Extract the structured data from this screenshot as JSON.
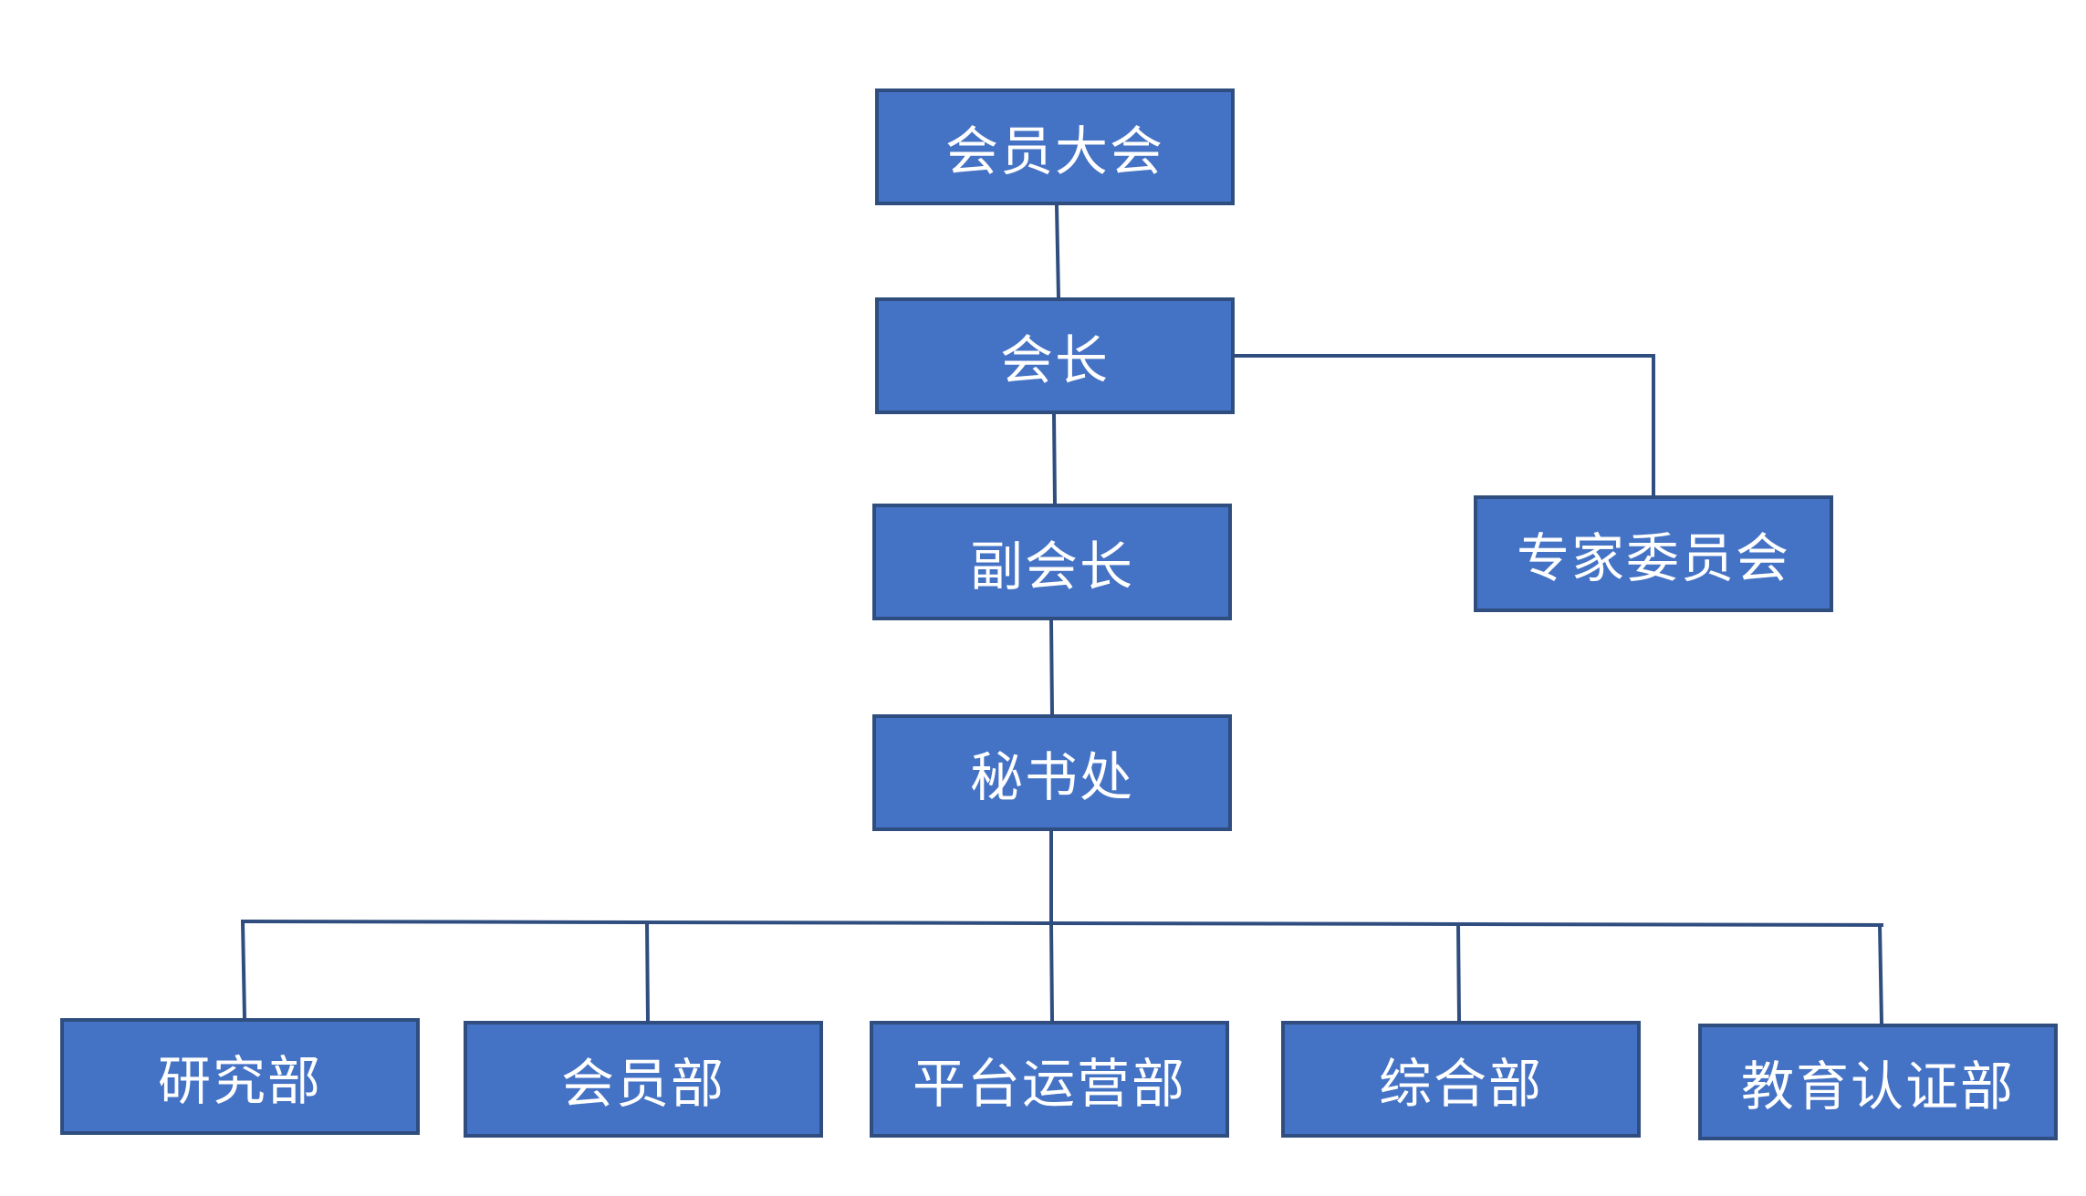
{
  "colors": {
    "node_fill": "#4472C4",
    "node_border": "#2F4E7F",
    "connector": "#2F4E7F",
    "text": "#ffffff"
  },
  "nodes": {
    "general_assembly": "会员大会",
    "president": "会长",
    "vice_president": "副会长",
    "expert_committee": "专家委员会",
    "secretariat": "秘书处",
    "research_dept": "研究部",
    "membership_dept": "会员部",
    "platform_ops_dept": "平台运营部",
    "general_affairs_dept": "综合部",
    "education_cert_dept": "教育认证部"
  },
  "edges": [
    [
      "general_assembly",
      "president"
    ],
    [
      "president",
      "vice_president"
    ],
    [
      "president",
      "expert_committee"
    ],
    [
      "vice_president",
      "secretariat"
    ],
    [
      "secretariat",
      "research_dept"
    ],
    [
      "secretariat",
      "membership_dept"
    ],
    [
      "secretariat",
      "platform_ops_dept"
    ],
    [
      "secretariat",
      "general_affairs_dept"
    ],
    [
      "secretariat",
      "education_cert_dept"
    ]
  ]
}
